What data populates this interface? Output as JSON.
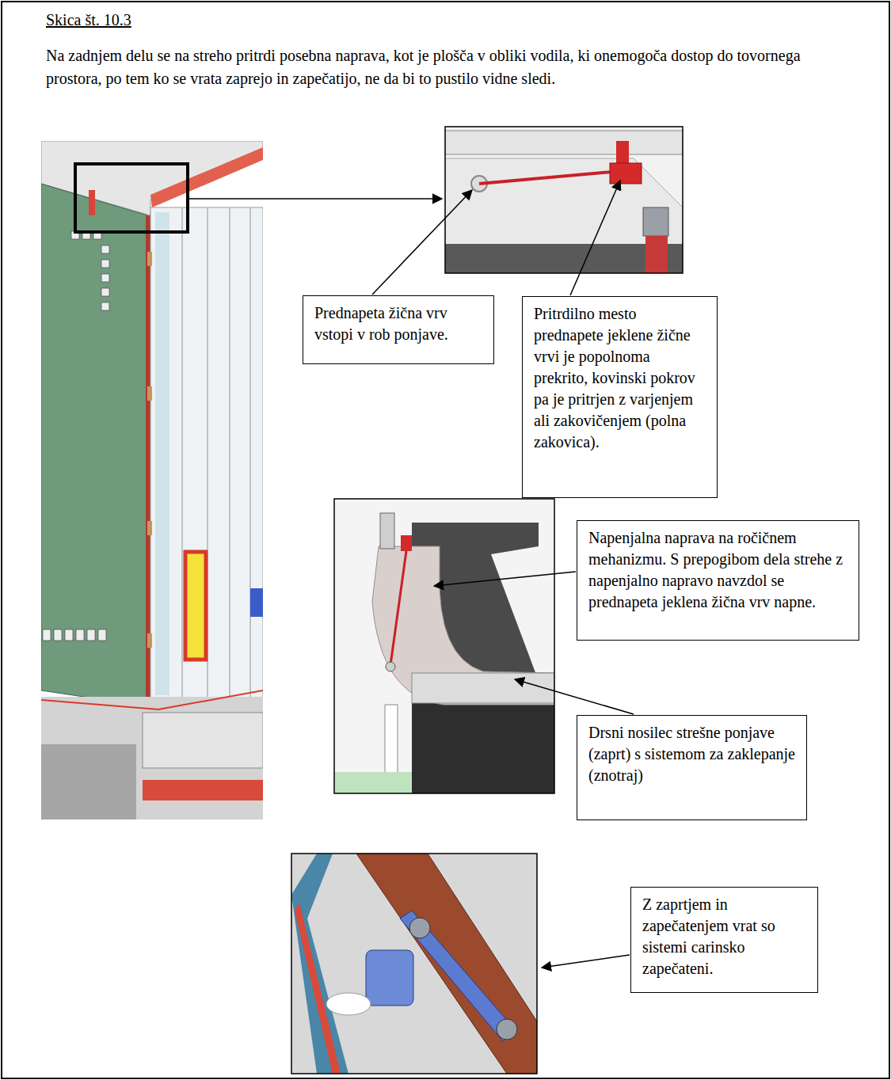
{
  "diagram": {
    "title": "Skica št. 10.3",
    "nodes": [
      {
        "text": [
          "Prednapeta žična vrv vstopi v rob ponjave."
        ]
      },
      {
        "text": [
          "Pritrdilno mesto prednapete jeklene žične vrvi je popolnoma prekrito, kovinski pokrov pa je pritrjen z varjenjem ali zakovičenjem (polna zakovica)."
        ]
      },
      {
        "text": [
          "Napenjalna naprava na ročičnem mehanizmu. S prepogibom dela strehe z napenjalno napravo navzdol se prednapeta jeklena žična vrv napne."
        ]
      },
      {
        "text": [
          "Drsni nosilec strešne ponjave (zaprt) s sistemom za zaklepanje (znotraj)"
        ]
      },
      {
        "text": [
          "Z zaprtjem in zapečatenjem vrat so sistemi carinsko zapečateni."
        ]
      }
    ],
    "labels": [
      "Na zadnjem delu se na streho pritrdi posebna naprava, kot je plošča v obliki vodila, ki onemogoča dostop do tovornega prostora, po tem ko se vrata zaprejo in zapečatijo, ne da bi to pustilo vidne sledi."
    ]
  }
}
